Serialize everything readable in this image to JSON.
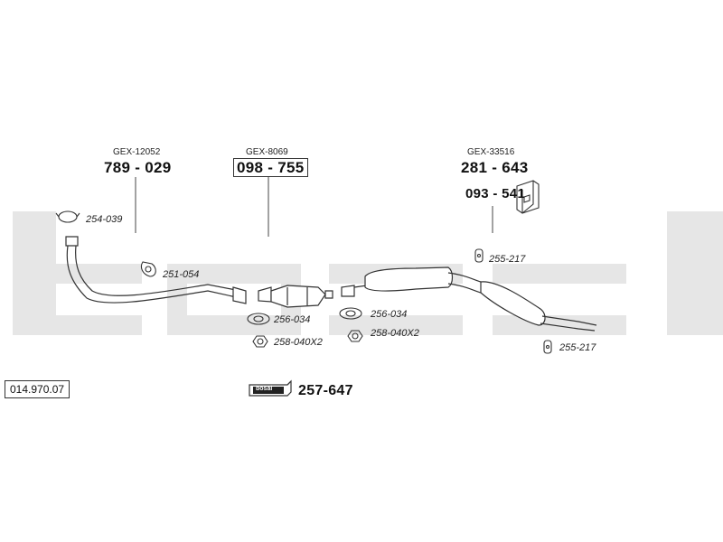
{
  "watermark": {
    "color": "#e6e6e6"
  },
  "catalog_number": "014.970.07",
  "groups": {
    "front_pipe": {
      "oe_ref": "GEX-12052",
      "part": "789 - 029"
    },
    "catalyst": {
      "oe_ref": "GEX-8069",
      "part": "098 - 755"
    },
    "rear_silencer": {
      "oe_ref": "GEX-33516",
      "part": "281 - 643",
      "mount_part": "093 - 541"
    }
  },
  "accessories": {
    "clamp_front": "254-039",
    "hanger_front": "251-054",
    "gasket_left": "256-034",
    "nut_left": "258-040X2",
    "gasket_right": "256-034",
    "nut_right": "258-040X2",
    "rubber_top": "255-217",
    "rubber_bottom": "255-217"
  },
  "assembly_kit": {
    "logo_text": "bosal",
    "part": "257-647"
  }
}
